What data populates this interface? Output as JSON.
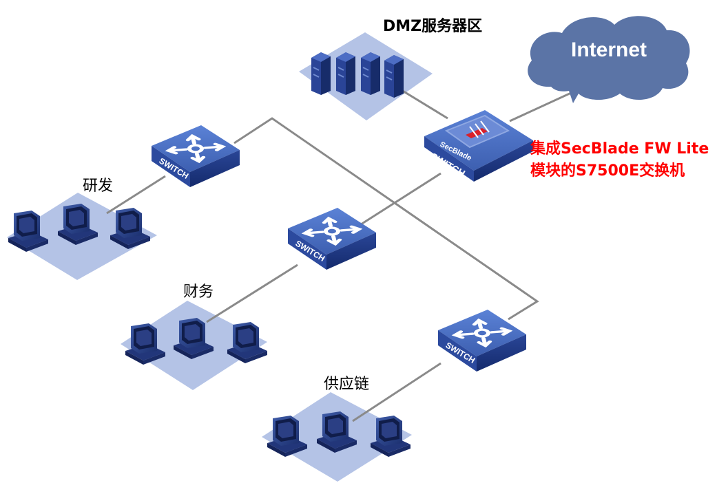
{
  "labels": {
    "dmz": "DMZ服务器区",
    "internet": "Internet",
    "core_line1": "集成SecBlade FW Lite",
    "core_line2": "模块的S7500E交换机",
    "rnd": "研发",
    "finance": "财务",
    "supply": "供应链",
    "switch_text": "SWITCH",
    "secblade_text": "SecBlade"
  },
  "colors": {
    "zone_fill": "#b4c3e6",
    "switch_top": "#4a6fc2",
    "switch_side": "#1f3a8a",
    "cloud": "#5b74a6",
    "link": "#8a8a8a",
    "highlight_text": "#ff0000",
    "firewall_stripe": "#d9202a"
  }
}
